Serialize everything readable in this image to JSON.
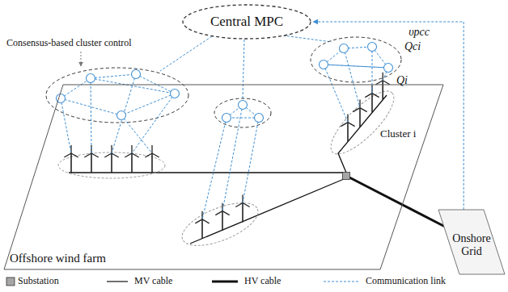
{
  "diagram": {
    "nodes": [
      {
        "text": [
          "Central MPC"
        ]
      },
      {
        "text": [
          "Offshore wind farm"
        ]
      },
      {
        "text": [
          "Onshore Grid"
        ]
      }
    ],
    "edges": [
      {
        "from": 2,
        "to": 0,
        "arrow": "to",
        "label": "υpcc"
      }
    ],
    "labels": [
      "Consensus-based cluster control",
      "Qci",
      "Qi",
      "Cluster i"
    ],
    "legend": [
      {
        "text": "Substation",
        "color": "#a6a6a6"
      },
      {
        "text": "MV cable"
      },
      {
        "text": "HV cable"
      },
      {
        "text": "Communication link"
      }
    ]
  }
}
